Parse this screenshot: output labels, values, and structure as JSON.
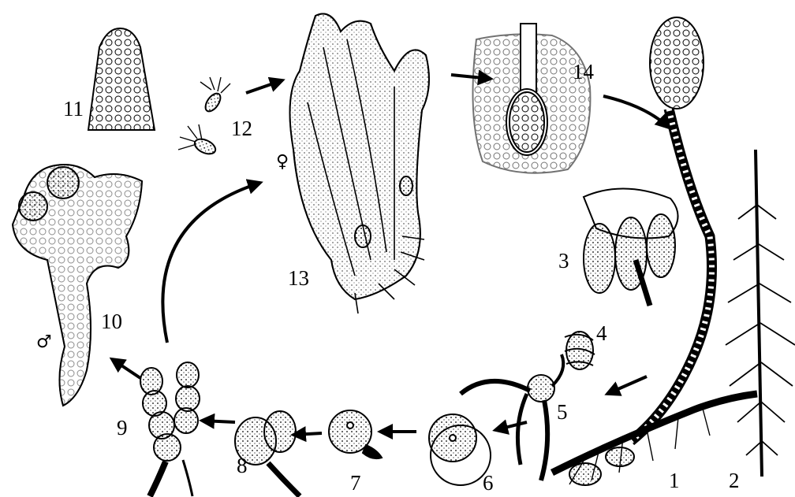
{
  "labels": {
    "n1": "1",
    "n2": "2",
    "n3": "3",
    "n4": "4",
    "n5": "5",
    "n6": "6",
    "n7": "7",
    "n8": "8",
    "n9": "9",
    "n10": "10",
    "n11": "11",
    "n12": "12",
    "n13": "13",
    "n14": "14"
  },
  "symbols": {
    "male": "♂",
    "female": "♀"
  },
  "colors": {
    "ink": "#000000",
    "paper": "#ffffff"
  }
}
